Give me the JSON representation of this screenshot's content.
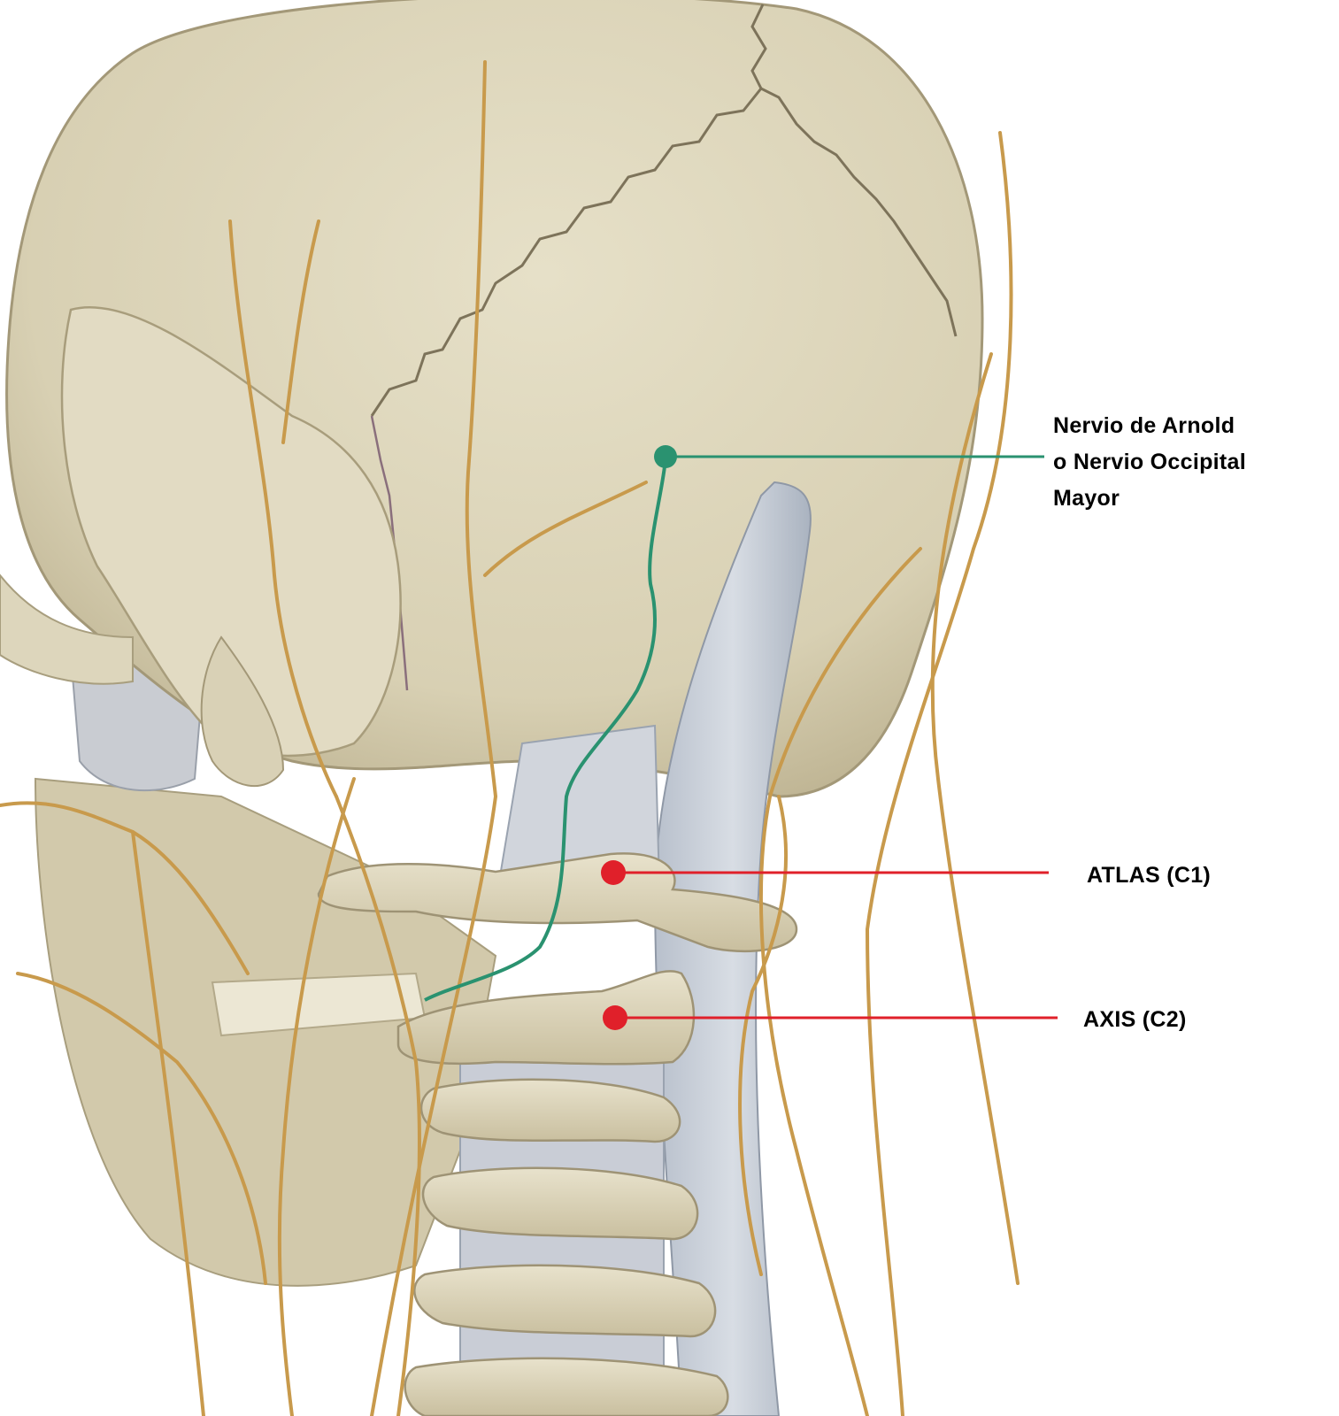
{
  "labels": {
    "nerve": {
      "lines": [
        "Nervio de Arnold",
        "o Nervio Occipital",
        "Mayor"
      ],
      "color": "#2a9270"
    },
    "atlas": {
      "text": "ATLAS (C1)",
      "color": "#e0202a"
    },
    "axis": {
      "text": "AXIS (C2)",
      "color": "#e0202a"
    }
  },
  "palette": {
    "bone": "#ddd6bc",
    "bone_shadow": "#b8ae8f",
    "nerve_branch": "#c89a4c",
    "ligament": "#c9d0da",
    "background": "#ffffff"
  }
}
